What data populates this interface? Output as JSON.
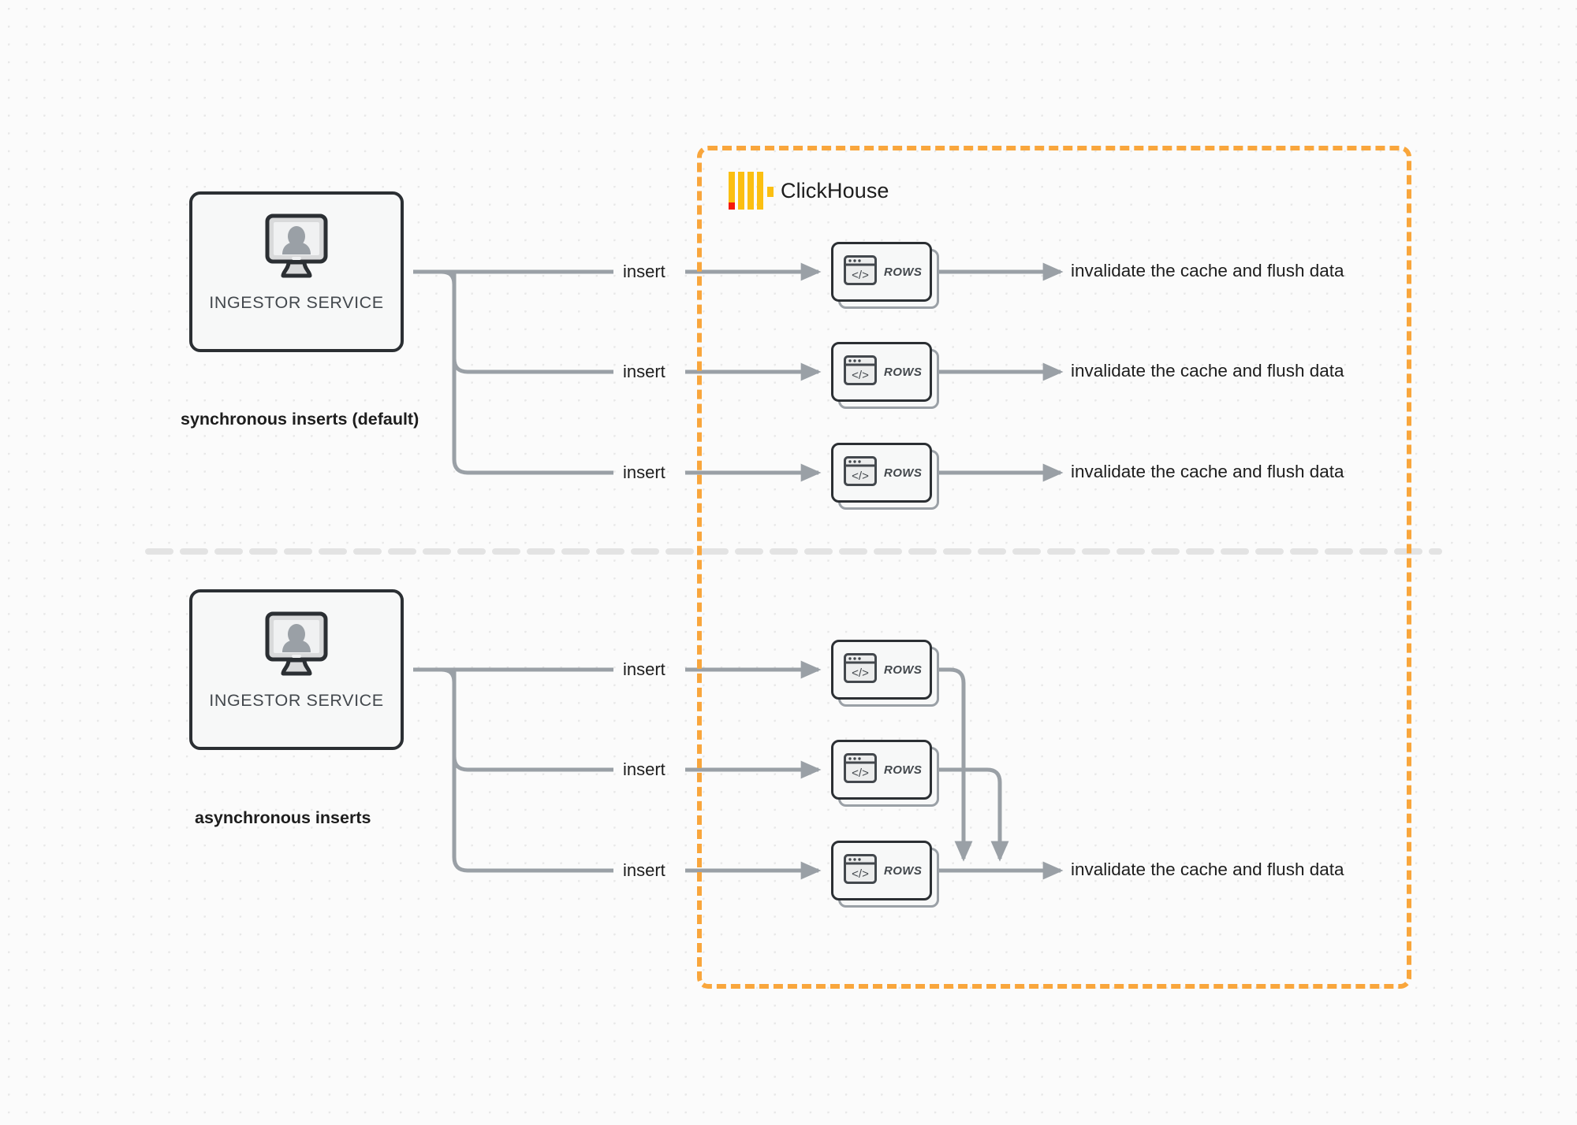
{
  "diagram": {
    "title": "ClickHouse synchronous vs asynchronous inserts",
    "colors": {
      "boundary": "#f9a63c",
      "logo_yellow": "#fbbf12",
      "logo_red": "#f5190a",
      "wire": "#9aa0a6",
      "node_border": "#2b2f33",
      "node_fill": "#f7f8f8",
      "canvas": "#fbfbfb",
      "grid_dot": "#e8e8e8"
    }
  },
  "clickhouse": {
    "brand_name": "ClickHouse",
    "logo_icon": "clickhouse-logo-icon"
  },
  "sections": [
    {
      "id": "synchronous",
      "caption": "synchronous inserts (default)",
      "ingestor": {
        "label": "INGESTOR SERVICE",
        "icon": "monitor-user-icon"
      },
      "edges": [
        {
          "label": "insert"
        },
        {
          "label": "insert"
        },
        {
          "label": "insert"
        }
      ],
      "nodes": [
        {
          "label": "ROWS",
          "icon": "code-window-icon"
        },
        {
          "label": "ROWS",
          "icon": "code-window-icon"
        },
        {
          "label": "ROWS",
          "icon": "code-window-icon"
        }
      ],
      "sinks": [
        {
          "label": "invalidate the cache and flush data"
        },
        {
          "label": "invalidate the cache and flush data"
        },
        {
          "label": "invalidate the cache and flush data"
        }
      ]
    },
    {
      "id": "asynchronous",
      "caption": "asynchronous inserts",
      "ingestor": {
        "label": "INGESTOR SERVICE",
        "icon": "monitor-user-icon"
      },
      "edges": [
        {
          "label": "insert"
        },
        {
          "label": "insert"
        },
        {
          "label": "insert"
        }
      ],
      "nodes": [
        {
          "label": "ROWS",
          "icon": "code-window-icon"
        },
        {
          "label": "ROWS",
          "icon": "code-window-icon"
        },
        {
          "label": "ROWS",
          "icon": "code-window-icon"
        }
      ],
      "sinks": [
        {
          "label": "invalidate the cache and flush data"
        }
      ]
    }
  ]
}
